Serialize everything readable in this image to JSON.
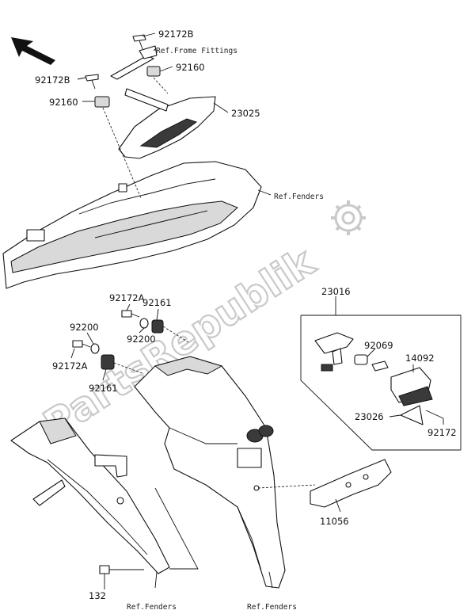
{
  "labels": {
    "p92172B_top": "92172B",
    "ref_frame": "Ref.Frome Fittings",
    "p92160_top": "92160",
    "p92172B_left": "92172B",
    "p92160_left": "92160",
    "p23025": "23025",
    "ref_fenders_upper": "Ref.Fenders",
    "p92172A_top": "92172A",
    "p92161_top": "92161",
    "p92200_left": "92200",
    "p92200_mid": "92200",
    "p92172A_left": "92172A",
    "p92161_left": "92161",
    "p23016": "23016",
    "p92069": "92069",
    "p14092": "14092",
    "p23026": "23026",
    "p92172": "92172",
    "p11056": "11056",
    "p132": "132",
    "ref_fenders_bottom_left": "Ref.Fenders",
    "ref_fenders_bottom_right": "Ref.Fenders"
  },
  "watermark": "PartsRepublik",
  "icons": {
    "direction": "arrow-up-left-icon",
    "gear": "gear-icon"
  },
  "colors": {
    "line": "#111111",
    "watermark": "#c9c9c9",
    "background": "#ffffff"
  }
}
